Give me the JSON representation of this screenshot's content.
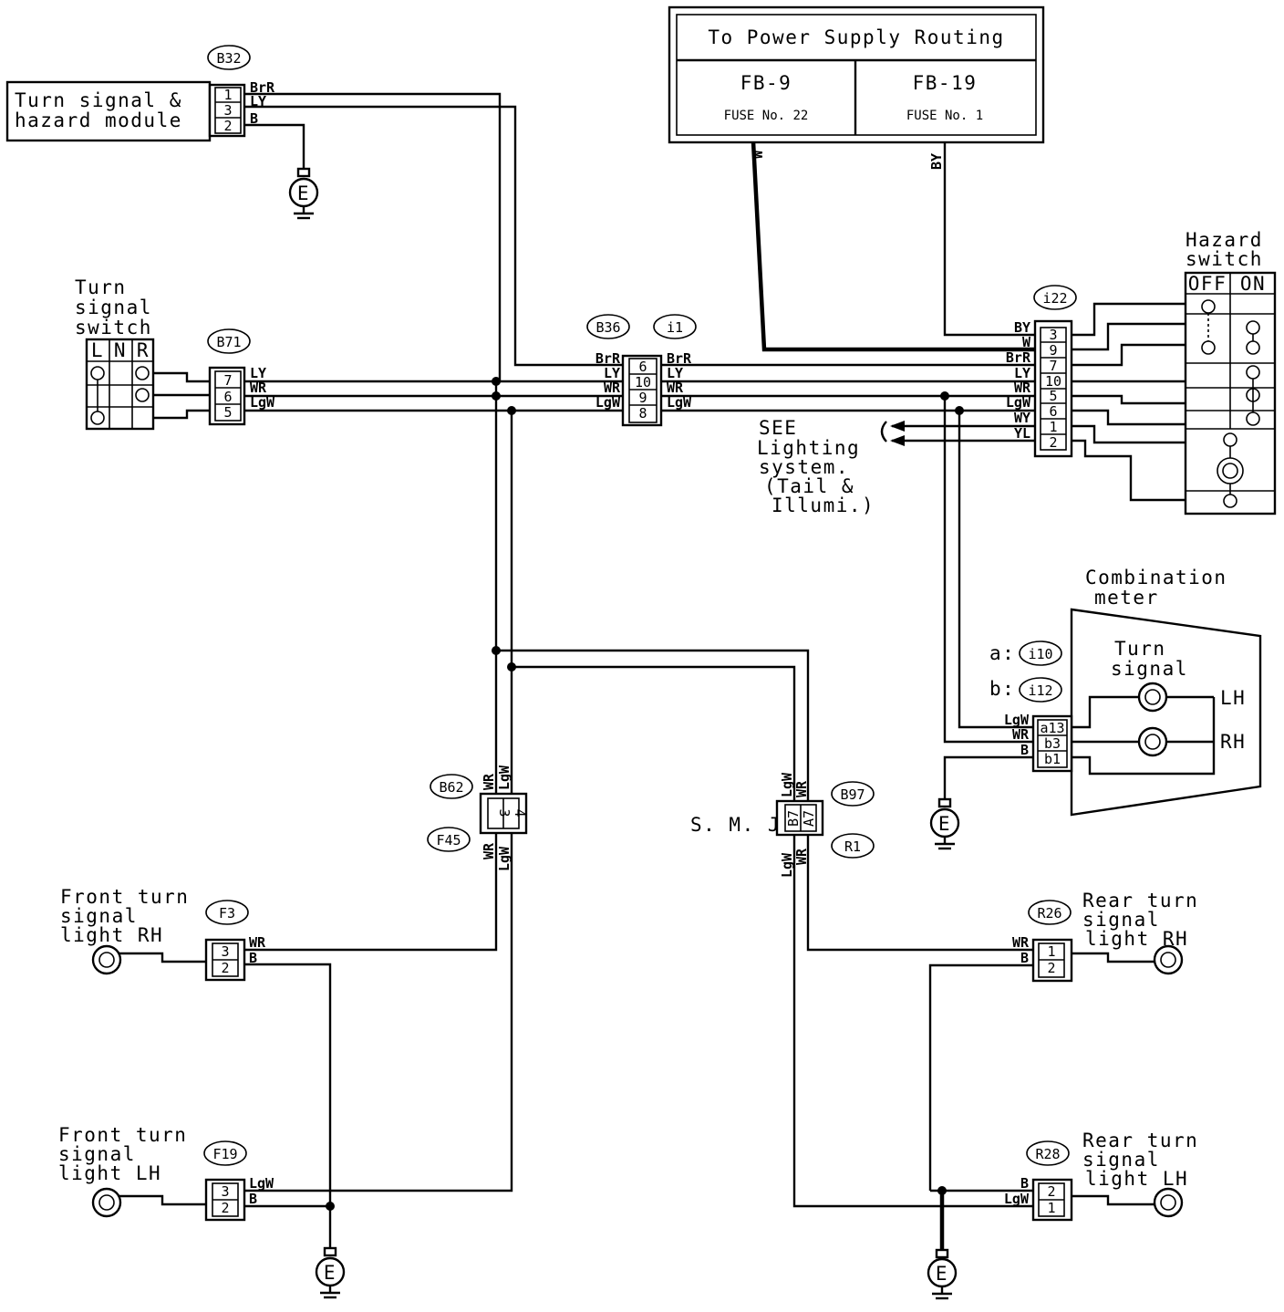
{
  "power": {
    "title": "To Power Supply Routing",
    "left": {
      "code": "FB-9",
      "fuse": "FUSE No. 22"
    },
    "right": {
      "code": "FB-19",
      "fuse": "FUSE No. 1"
    }
  },
  "components": {
    "module": {
      "line1": "Turn signal &",
      "line2": "hazard module"
    },
    "turn_switch": {
      "line1": "Turn",
      "line2": "signal",
      "line3": "switch",
      "cols": [
        "L",
        "N",
        "R"
      ]
    },
    "hazard_switch": {
      "line1": "Hazard",
      "line2": "switch",
      "off": "OFF",
      "on": "ON"
    },
    "meter": {
      "line1": "Combination",
      "line2": "meter",
      "a": "a:",
      "b": "b:",
      "inner1": "Turn",
      "inner2": "signal",
      "lh": "LH",
      "rh": "RH"
    },
    "see_lighting": {
      "line1": "SEE",
      "line2": "Lighting",
      "line3": "system.",
      "line4": "(Tail &",
      "line5": "Illumi.)"
    },
    "smj": "S. M. J.",
    "front_rh": {
      "line1": "Front turn",
      "line2": "signal",
      "line3": "light RH"
    },
    "front_lh": {
      "line1": "Front turn",
      "line2": "signal",
      "line3": "light LH"
    },
    "rear_rh": {
      "line1": "Rear turn",
      "line2": "signal",
      "line3": "light RH"
    },
    "rear_lh": {
      "line1": "Rear turn",
      "line2": "signal",
      "line3": "light LH"
    },
    "ground": "E"
  },
  "connectors": {
    "b32": "B32",
    "b71": "B71",
    "b36": "B36",
    "i1": "i1",
    "i22": "i22",
    "i10": "i10",
    "i12": "i12",
    "b62": "B62",
    "f45": "F45",
    "b97": "B97",
    "r1": "R1",
    "f3": "F3",
    "f19": "F19",
    "r26": "R26",
    "r28": "R28"
  },
  "pins": {
    "b32": [
      "1",
      "3",
      "2"
    ],
    "b71": [
      "7",
      "6",
      "5"
    ],
    "b36": [
      "6",
      "10",
      "9",
      "8"
    ],
    "i22": [
      "3",
      "9",
      "7",
      "10",
      "5",
      "6",
      "1",
      "2"
    ],
    "meter": [
      "a13",
      "b3",
      "b1"
    ],
    "b62": [
      "3",
      "4"
    ],
    "b97": [
      "B7",
      "A7"
    ],
    "f3": [
      "3",
      "2"
    ],
    "f19": [
      "3",
      "2"
    ],
    "r26": [
      "1",
      "2"
    ],
    "r28": [
      "2",
      "1"
    ]
  },
  "wires": {
    "BrR": "BrR",
    "LY": "LY",
    "B": "B",
    "WR": "WR",
    "LgW": "LgW",
    "W": "W",
    "BY": "BY",
    "WY": "WY",
    "YL": "YL"
  }
}
